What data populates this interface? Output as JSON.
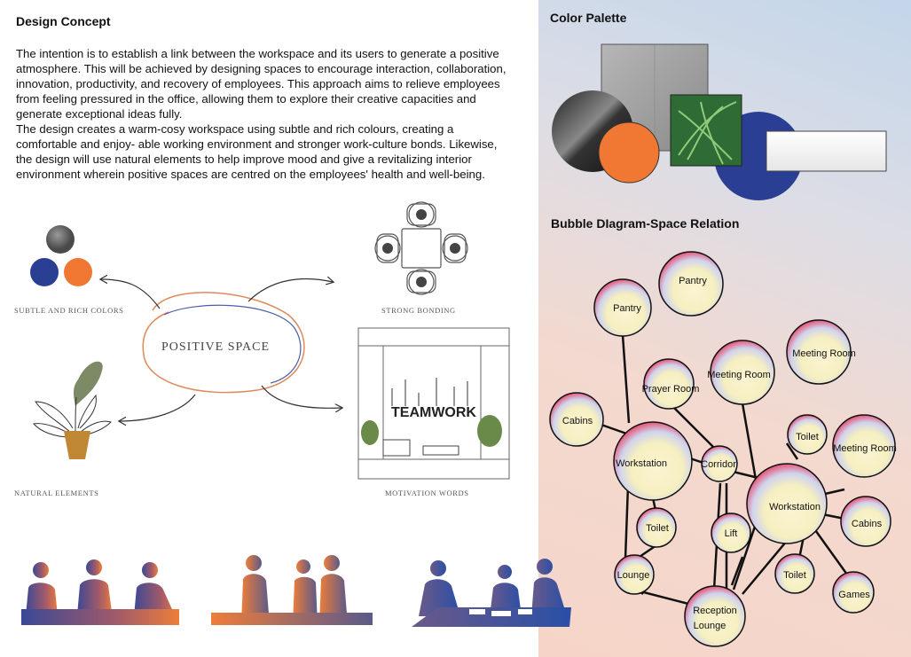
{
  "concept": {
    "title": "Design Concept",
    "p1": "The intention is to establish a link between the workspace and its users to generate a positive atmosphere. This will be achieved by designing spaces to encourage interaction, collaboration, innovation, productivity, and recovery of employees. This approach aims to relieve employees from feeling pressured in the office, allowing them to explore their creative capacities and generate exceptional ideas fully.",
    "p2": "The design creates a warm-cosy workspace using subtle and rich colours, creating a comfortable and enjoy- able working environment and stronger work-culture bonds. Likewise, the design will use natural elements to help improve mood and give a revitalizing interior environment wherein positive spaces are centred on the employees' health and well-being."
  },
  "mindmap": {
    "center": "POSITIVE SPACE",
    "colors_label": "SUBTLE AND RICH COLORS",
    "bonding_label": "STRONG BONDING",
    "nature_label": "NATURAL ELEMENTS",
    "motivation_label": "MOTIVATION WORDS",
    "teamwork_word": "TEAMWORK"
  },
  "palette": {
    "title": "Color Palette",
    "colors": {
      "navy": "#2a3f93",
      "orange": "#f07833",
      "grey": "#7f7f7f",
      "white": "#f4f4f4",
      "green": "#2e6b35"
    }
  },
  "bubble": {
    "title": "Bubble DIagram-Space Relation",
    "labels": [
      "Pantry",
      "Pantry",
      "Meeting Room",
      "Meeting Room",
      "Prayer Room",
      "Cabins",
      "Workstation",
      "Corridor",
      "Toilet",
      "Meeting Room",
      "Workstation",
      "Toilet",
      "Lift",
      "Cabins",
      "Lounge",
      "Toilet",
      "Games",
      "Reception",
      "Lounge"
    ]
  }
}
